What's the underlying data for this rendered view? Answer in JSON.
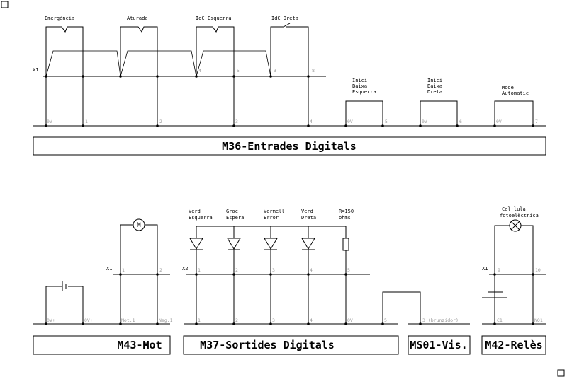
{
  "top_inputs": {
    "rail_label": "X1",
    "switches": [
      {
        "label": "Emergència"
      },
      {
        "label": "Aturada"
      },
      {
        "label": "IdC Esquerra"
      },
      {
        "label": "IdC Dreta"
      }
    ],
    "rail_terminals": [
      "4",
      "5",
      "3",
      "8"
    ],
    "extra_inputs": [
      {
        "label": [
          "Inici",
          "Baixa",
          "Esquerra"
        ]
      },
      {
        "label": [
          "Inici",
          "Baixa",
          "Dreta"
        ]
      },
      {
        "label": [
          "Mode",
          "Automatic"
        ]
      }
    ],
    "bus_terminals": [
      "0V",
      "1",
      "2",
      "3",
      "4",
      "0V",
      "5",
      "0V",
      "6",
      "0V",
      "7"
    ],
    "module_title": "M36-Entrades Digitals"
  },
  "motor": {
    "rail_label": "X1",
    "rail_terminals": [
      "1",
      "2"
    ],
    "bus_terminals": [
      "0V+",
      "0V+",
      "Mot.1",
      "Neg.1"
    ],
    "module_title": "M43-Mot"
  },
  "outputs": {
    "rail_label": "X2",
    "leds": [
      {
        "label": [
          "Verd",
          "Esquerra"
        ]
      },
      {
        "label": [
          "Groc",
          "Espera"
        ]
      },
      {
        "label": [
          "Vermell",
          "Error"
        ]
      },
      {
        "label": [
          "Verd",
          "Dreta"
        ]
      },
      {
        "label": [
          "R=150",
          "ohms"
        ]
      }
    ],
    "rail_terminals": [
      "1",
      "2",
      "3",
      "4",
      "5"
    ],
    "bus_terminals": [
      "1",
      "2",
      "3",
      "4",
      "0V",
      "5"
    ],
    "module_title": "M37-Sortides Digitals"
  },
  "vis": {
    "bus_terminal": "3 (brunzidor)",
    "module_title": "MS01-Vis."
  },
  "relays": {
    "lamp_label": [
      "Cel·lula",
      "fotoelèctrica"
    ],
    "rail_label": "X1",
    "rail_terminals": [
      "9",
      "10"
    ],
    "bus_terminals": [
      "C1",
      "NO1"
    ],
    "module_title": "M42-Relès"
  }
}
